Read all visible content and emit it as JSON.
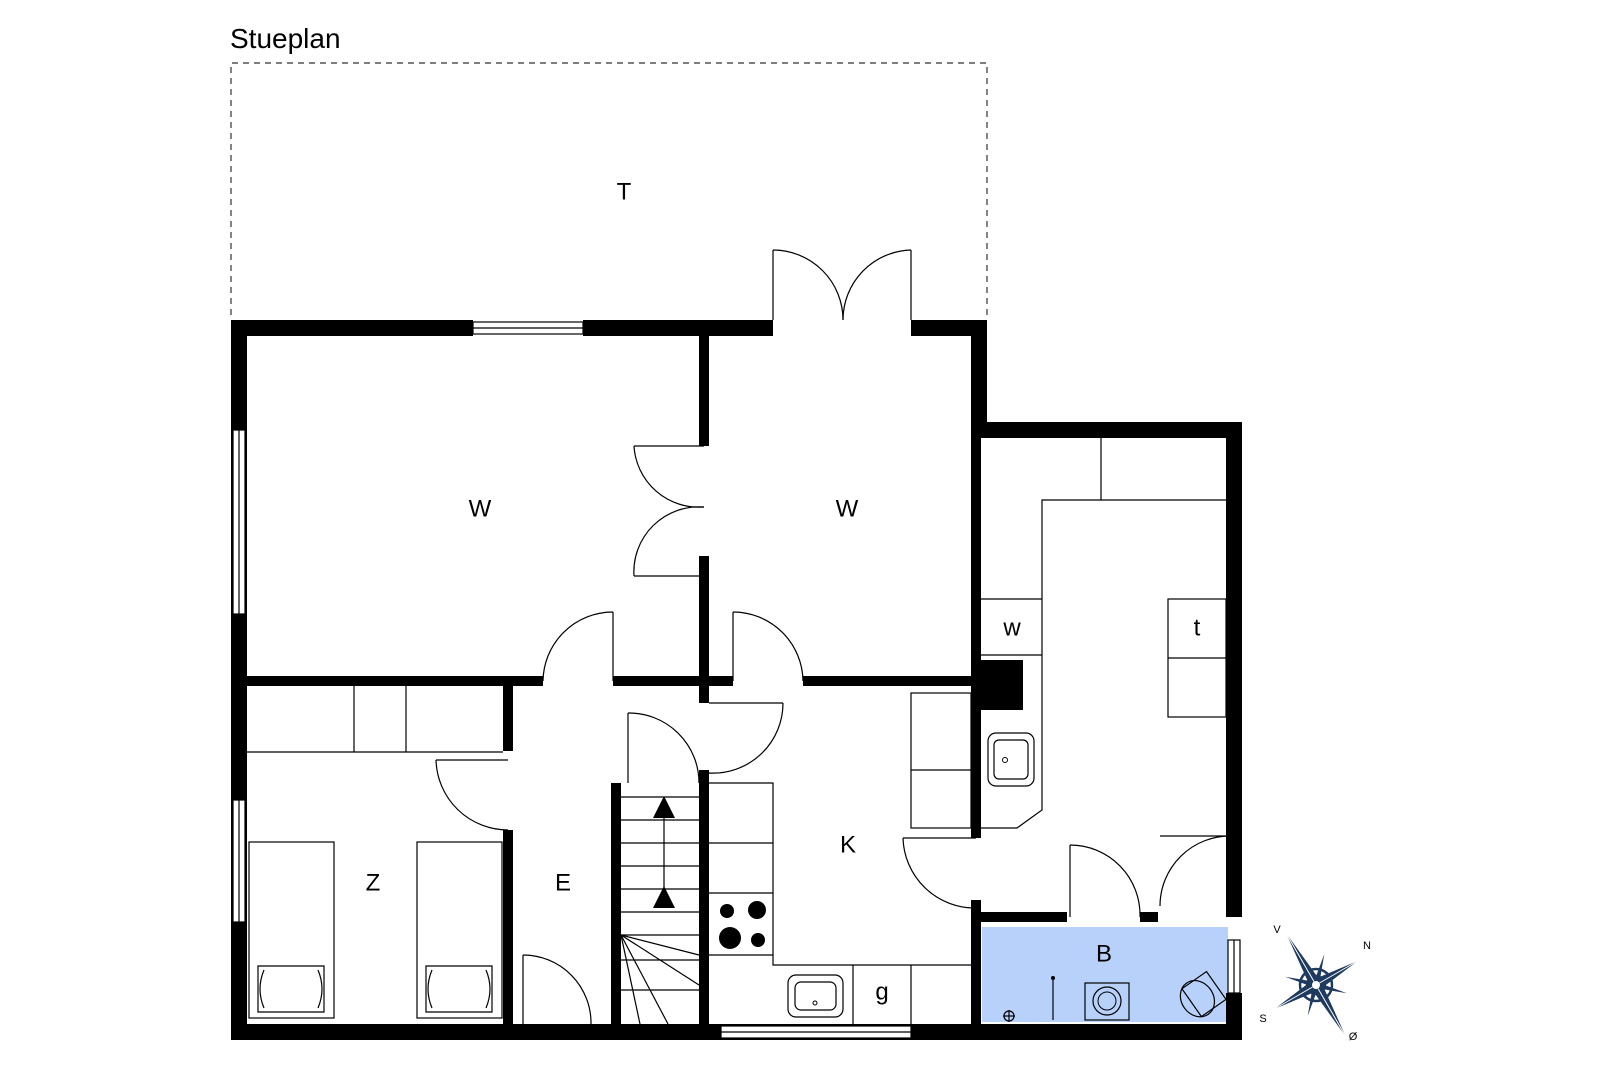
{
  "title": "Stueplan",
  "rooms": {
    "terrace": "T",
    "living_left": "W",
    "living_right": "W",
    "bedroom": "Z",
    "entrance": "E",
    "kitchen": "K",
    "bathroom": "B",
    "washer": "w",
    "dryer": "t",
    "fridge": "g"
  },
  "compass": {
    "v": "V",
    "n": "N",
    "s": "S",
    "o": "Ø"
  },
  "colors": {
    "bathroom_fill": "#b7d1fb",
    "compass_navy": "#1f3a5f"
  }
}
